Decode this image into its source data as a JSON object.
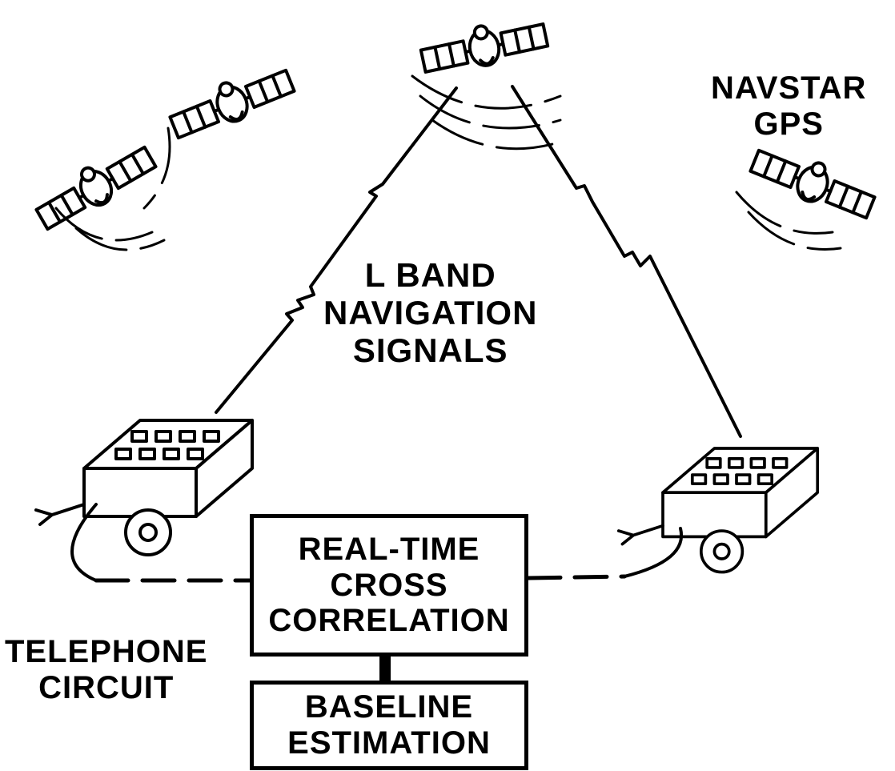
{
  "labels": {
    "navstar_line1": "NAVSTAR",
    "navstar_line2": "GPS",
    "lband_line1": "L BAND",
    "lband_line2": "NAVIGATION",
    "lband_line3": "SIGNALS",
    "telephone_line1": "TELEPHONE",
    "telephone_line2": "CIRCUIT"
  },
  "boxes": {
    "correlation_line1": "REAL-TIME",
    "correlation_line2": "CROSS",
    "correlation_line3": "CORRELATION",
    "baseline_line1": "BASELINE",
    "baseline_line2": "ESTIMATION"
  },
  "icons": [
    "satellite-icon",
    "receiver-trailer-icon"
  ],
  "colors": {
    "ink": "#000000",
    "paper": "#ffffff"
  }
}
